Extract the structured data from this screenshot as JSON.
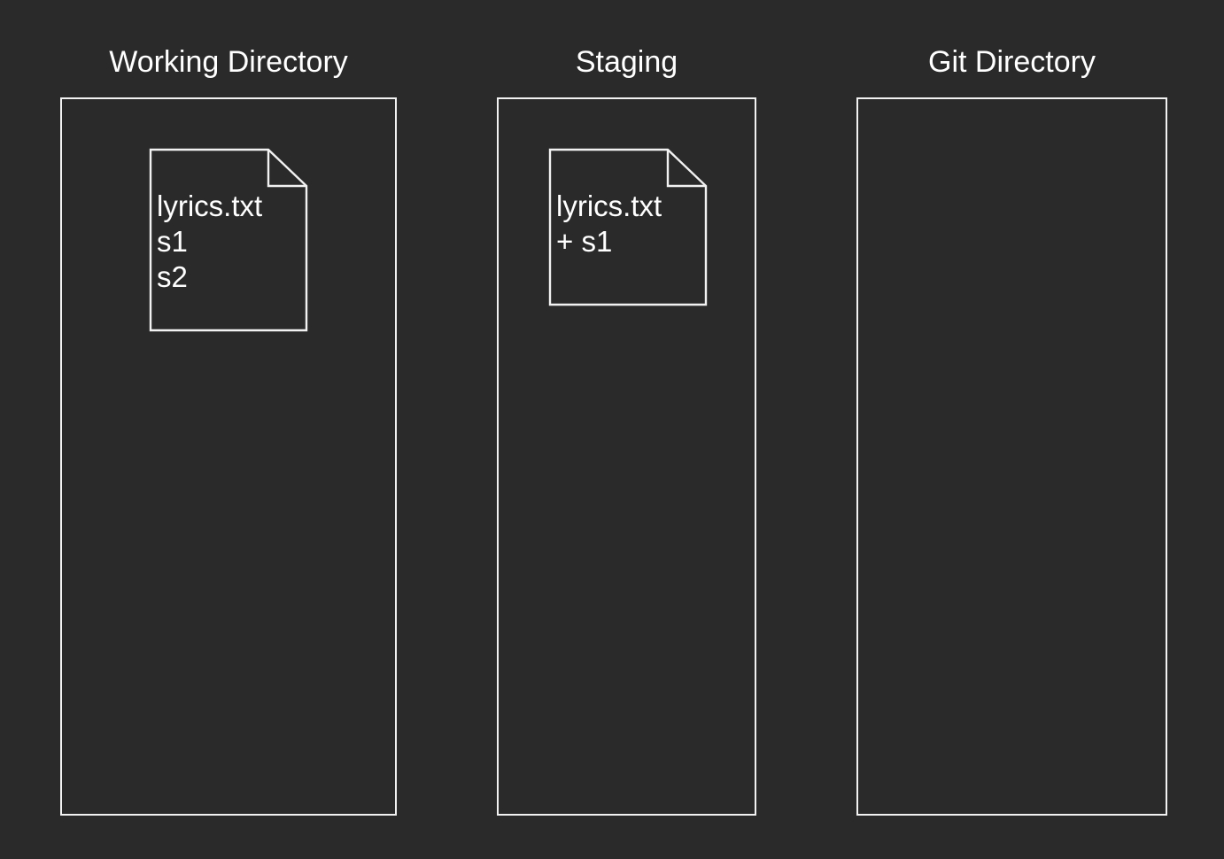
{
  "colors": {
    "background": "#2a2a2a",
    "stroke": "#f2f2f2",
    "text": "#ffffff"
  },
  "columns": [
    {
      "title": "Working Directory",
      "file": {
        "name": "lyrics.txt",
        "lines": [
          "s1",
          "s2"
        ]
      }
    },
    {
      "title": "Staging",
      "file": {
        "name": "lyrics.txt",
        "lines": [
          "+ s1"
        ]
      }
    },
    {
      "title": "Git Directory"
    }
  ]
}
